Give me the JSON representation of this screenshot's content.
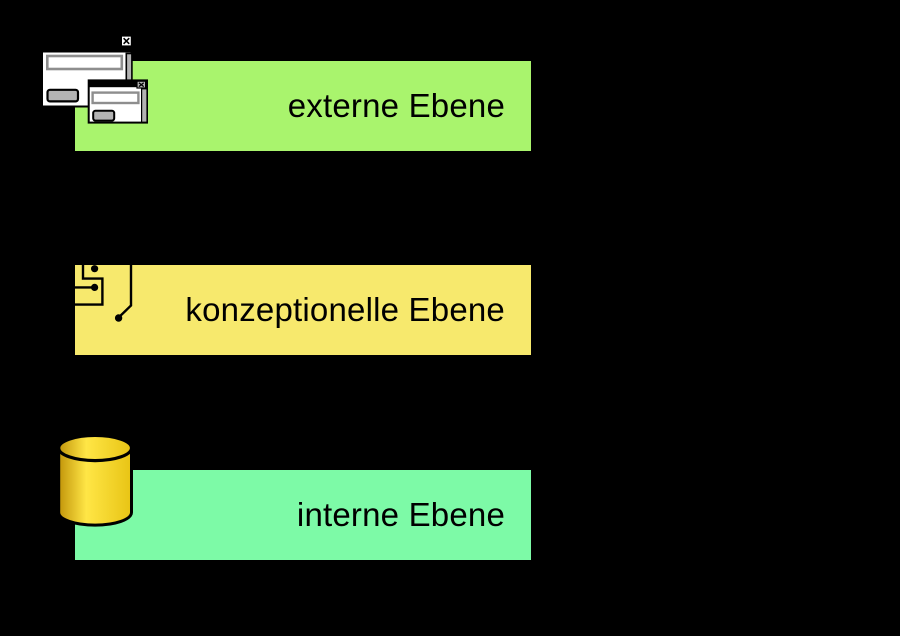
{
  "background_color": "#000000",
  "diagram": {
    "type": "three-schema-architecture",
    "text_color": "#000000",
    "levels": [
      {
        "id": "external",
        "label": "externe Ebene",
        "color": "#a9f46d",
        "icon": "overlapping-windows-icon"
      },
      {
        "id": "conceptual",
        "label": "konzeptionelle Ebene",
        "color": "#f7e96d",
        "icon": "schema-graph-icon"
      },
      {
        "id": "internal",
        "label": "interne Ebene",
        "color": "#7dfaa7",
        "icon": "database-cylinder-icon"
      }
    ]
  },
  "icons": {
    "window": {
      "chrome_color": "#000000",
      "body_color": "#ffffff",
      "control_color": "#b3b3b3",
      "field_border_color": "#8e8e8e"
    },
    "schema": {
      "line_color": "#000000"
    },
    "database": {
      "gold_dark": "#c2950a",
      "gold_light": "#ffe646",
      "gold_mid": "#e8c414",
      "outline": "#000000"
    }
  }
}
